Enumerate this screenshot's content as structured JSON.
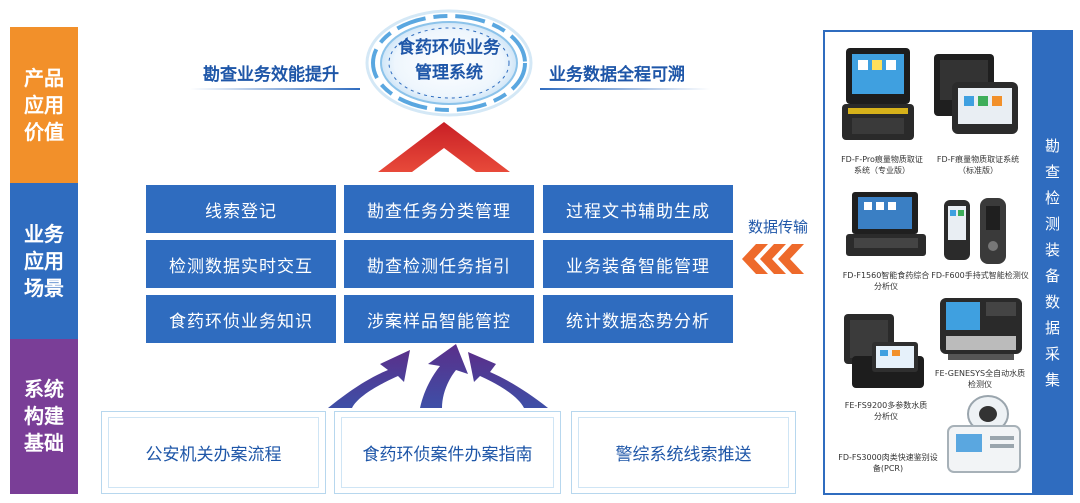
{
  "left_sidebar": {
    "blocks": [
      {
        "label": "产品应用价值",
        "color": "#f2902a"
      },
      {
        "label": "业务应用场景",
        "color": "#2f6cbf"
      },
      {
        "label": "系统构建基础",
        "color": "#7a3e97"
      }
    ]
  },
  "header": {
    "left_text": "勘查业务效能提升",
    "center_text_line1": "食药环侦业务",
    "center_text_line2": "管理系统",
    "right_text": "业务数据全程可溯"
  },
  "scenarios": [
    [
      "线索登记",
      "勘查任务分类管理",
      "过程文书辅助生成"
    ],
    [
      "检测数据实时交互",
      "勘查检测任务指引",
      "业务装备智能管理"
    ],
    [
      "食药环侦业务知识",
      "涉案样品智能管控",
      "统计数据态势分析"
    ]
  ],
  "data_transfer_label": "数据传输",
  "foundation": [
    "公安机关办案流程",
    "食药环侦案件办案指南",
    "警综系统线索推送"
  ],
  "right_panel": {
    "vertical_title": "勘查检测装备数据采集",
    "devices": [
      {
        "label": "FD-F-Pro痕量物质取证系统（专业版）",
        "icon": "rugged-case-laptop-icon"
      },
      {
        "label": "FD-F痕量物质取证系统（标准版）",
        "icon": "rugged-tablet-icon"
      },
      {
        "label": "FD-F1560智能食药综合分析仪",
        "icon": "rugged-laptop-icon"
      },
      {
        "label": "FD-F600手持式智能检测仪",
        "icon": "handheld-device-icon"
      },
      {
        "label": "FE-FS9200多参数水质分析仪",
        "icon": "case-analyzer-icon"
      },
      {
        "label": "FE-GENESYS全自动水质检测仪",
        "icon": "spectrophotometer-icon"
      },
      {
        "label": "FD-FS3000肉类快速鉴别设备(PCR)",
        "icon": "pcr-device-icon"
      }
    ],
    "colors": {
      "frame": "#2f6cbf",
      "title_bg": "#2f6cbf"
    }
  },
  "colors": {
    "orange": "#f2902a",
    "blue": "#2f6cbf",
    "purple": "#7a3e97",
    "red": "#d42b2b",
    "header_blue": "#1e56a8",
    "chevron_orange": "#ee6a2b"
  }
}
